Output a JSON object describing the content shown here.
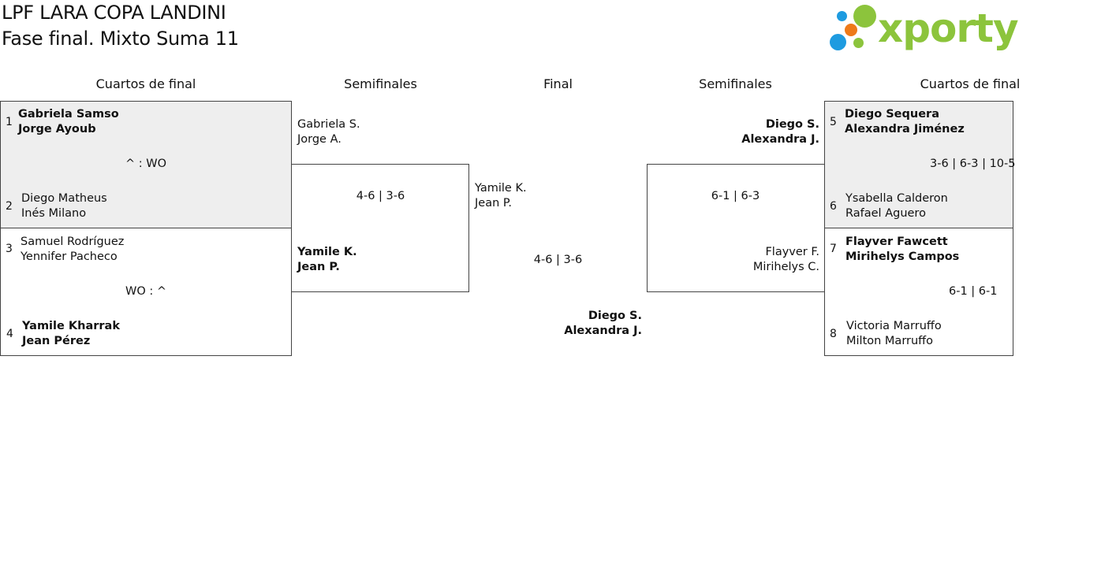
{
  "header": {
    "title_line1": "LPF LARA COPA LANDINI",
    "title_line2": "Fase final. Mixto Suma 11",
    "logo_text": "xporty"
  },
  "rounds": {
    "left_quarters": "Cuartos de final",
    "left_semis": "Semifinales",
    "final": "Final",
    "right_semis": "Semifinales",
    "right_quarters": "Cuartos de final"
  },
  "left_quarters": {
    "m1": {
      "seed_a": "1",
      "a1": "Gabriela Samso",
      "a2": "Jorge Ayoub",
      "score": "^ : WO",
      "seed_b": "2",
      "b1": "Diego Matheus",
      "b2": "Inés Milano"
    },
    "m2": {
      "seed_a": "3",
      "a1": "Samuel Rodríguez",
      "a2": "Yennifer Pacheco",
      "score": "WO : ^",
      "seed_b": "4",
      "b1": "Yamile Kharrak",
      "b2": "Jean Pérez"
    }
  },
  "left_semi": {
    "a1": "Gabriela S.",
    "a2": "Jorge A.",
    "score": "4-6 | 3-6",
    "b1": "Yamile K.",
    "b2": "Jean P."
  },
  "final": {
    "a1": "Yamile K.",
    "a2": "Jean P.",
    "score": "4-6 | 3-6",
    "b1": "Diego S.",
    "b2": "Alexandra J."
  },
  "right_semi": {
    "a1": "Diego S.",
    "a2": "Alexandra J.",
    "score": "6-1 | 6-3",
    "b1": "Flayver F.",
    "b2": "Mirihelys C."
  },
  "right_quarters": {
    "m1": {
      "seed_a": "5",
      "a1": "Diego Sequera",
      "a2": "Alexandra Jiménez",
      "score": "3-6 | 6-3 | 10-5",
      "seed_b": "6",
      "b1": "Ysabella Calderon",
      "b2": "Rafael Aguero"
    },
    "m2": {
      "seed_a": "7",
      "a1": "Flayver Fawcett",
      "a2": "Mirihelys Campos",
      "score": "6-1 | 6-1",
      "seed_b": "8",
      "b1": "Victoria Marruffo",
      "b2": "Milton Marruffo"
    }
  },
  "colors": {
    "logo_green": "#8cc43c",
    "logo_blue": "#1e9be0",
    "logo_orange": "#ee7a1a",
    "winner_box": "#eeeeee"
  },
  "icons": [
    "logo-dots-icon"
  ]
}
